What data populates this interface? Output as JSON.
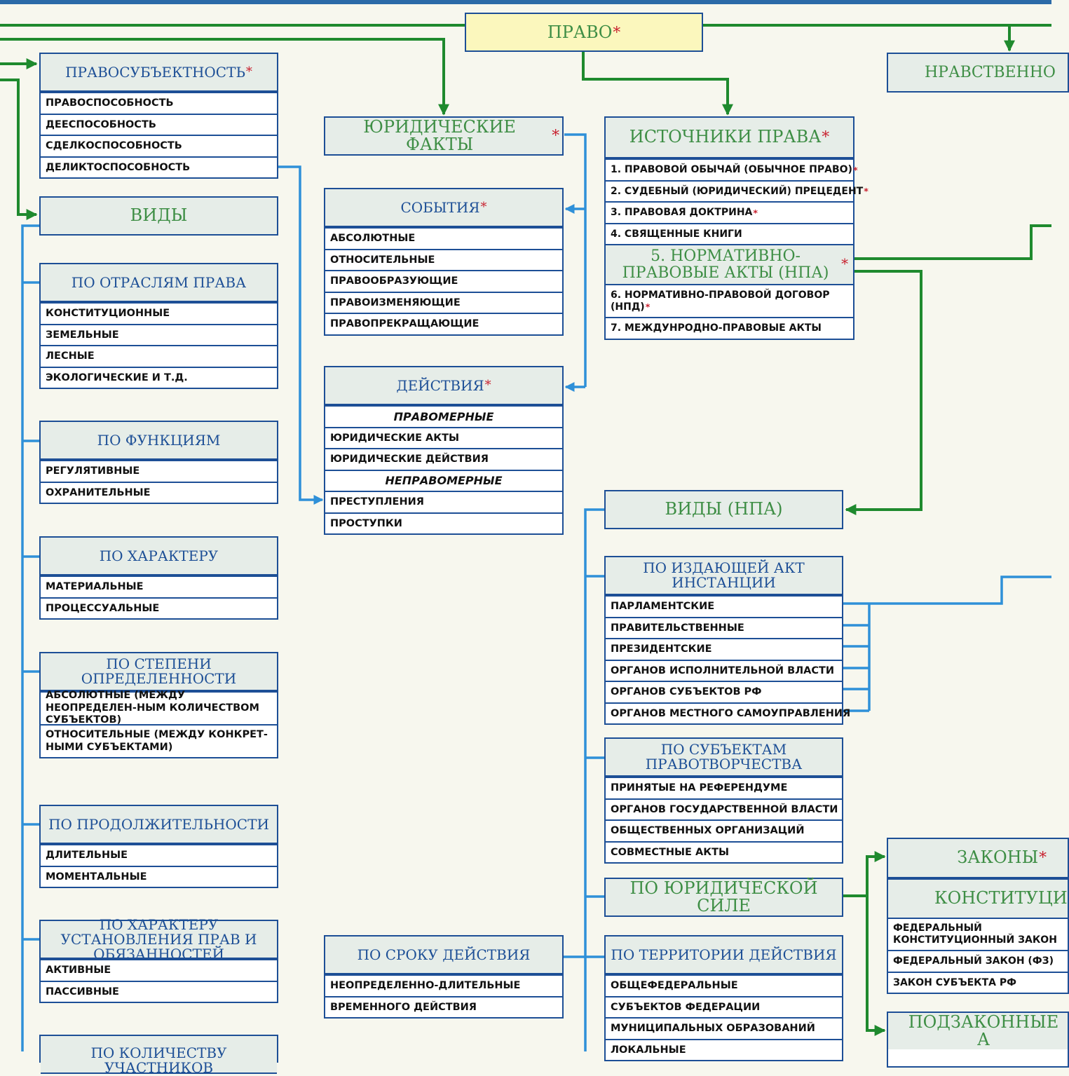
{
  "root": {
    "title": "ПРАВО",
    "mark": "*"
  },
  "pravosub": {
    "title": "ПРАВОСУБЪЕКТНОСТЬ",
    "mark": "*",
    "items": [
      "ПРАВОСПОСОБНОСТЬ",
      "ДЕЕСПОСОБНОСТЬ",
      "СДЕЛКОСПОСОБНОСТЬ",
      "ДЕЛИКТОСПОСОБНОСТЬ"
    ]
  },
  "vidy": {
    "title": "ВИДЫ"
  },
  "otrasl": {
    "title": "ПО ОТРАСЛЯМ ПРАВА",
    "items": [
      "КОНСТИТУЦИОННЫЕ",
      "ЗЕМЕЛЬНЫЕ",
      "ЛЕСНЫЕ",
      "ЭКОЛОГИЧЕСКИЕ И Т.Д."
    ]
  },
  "funk": {
    "title": "ПО ФУНКЦИЯМ",
    "items": [
      "РЕГУЛЯТИВНЫЕ",
      "ОХРАНИТЕЛЬНЫЕ"
    ]
  },
  "harakter": {
    "title": "ПО ХАРАКТЕРУ",
    "items": [
      "МАТЕРИАЛЬНЫЕ",
      "ПРОЦЕССУАЛЬНЫЕ"
    ]
  },
  "stepen": {
    "title": "ПО СТЕПЕНИ ОПРЕДЕЛЕННОСТИ",
    "items": [
      "АБСОЛЮТНЫЕ (МЕЖДУ НЕОПРЕДЕЛЕН-НЫМ КОЛИЧЕСТВОМ СУБЪЕКТОВ)",
      "ОТНОСИТЕЛЬНЫЕ (МЕЖДУ КОНКРЕТ-НЫМИ СУБЪЕКТАМИ)"
    ]
  },
  "prodolzh": {
    "title": "ПО ПРОДОЛЖИТЕЛЬНОСТИ",
    "items": [
      "ДЛИТЕЛЬНЫЕ",
      "МОМЕНТАЛЬНЫЕ"
    ]
  },
  "ustanov": {
    "title": "ПО ХАРАКТЕРУ УСТАНОВЛЕНИЯ ПРАВ И ОБЯЗАННОСТЕЙ",
    "items": [
      "АКТИВНЫЕ",
      "ПАССИВНЫЕ"
    ]
  },
  "kolvo": {
    "title": "ПО КОЛИЧЕСТВУ УЧАСТНИКОВ"
  },
  "yurfakty": {
    "title": "ЮРИДИЧЕСКИЕ ФАКТЫ",
    "mark": "*"
  },
  "sobytiya": {
    "title": "СОБЫТИЯ",
    "mark": "*",
    "items": [
      "АБСОЛЮТНЫЕ",
      "ОТНОСИТЕЛЬНЫЕ",
      "ПРАВООБРАЗУЮЩИЕ",
      "ПРАВОИЗМЕНЯЮЩИЕ",
      "ПРАВОПРЕКРАЩАЮЩИЕ"
    ]
  },
  "deistviya": {
    "title": "ДЕЙСТВИЯ",
    "mark": "*",
    "lawful": "ПРАВОМЕРНЫЕ",
    "lawful_items": [
      "ЮРИДИЧЕСКИЕ АКТЫ",
      "ЮРИДИЧЕСКИЕ ДЕЙСТВИЯ"
    ],
    "unlawful": "НЕПРАВОМЕРНЫЕ",
    "unlawful_items": [
      "ПРЕСТУПЛЕНИЯ",
      "ПРОСТУПКИ"
    ]
  },
  "srok": {
    "title": "ПО СРОКУ ДЕЙСТВИЯ",
    "items": [
      "НЕОПРЕДЕЛЕННО-ДЛИТЕЛЬНЫЕ",
      "ВРЕМЕННОГО ДЕЙСТВИЯ"
    ]
  },
  "istochniki": {
    "title": "ИСТОЧНИКИ ПРАВА",
    "mark": "*",
    "items": [
      "1. ПРАВОВОЙ ОБЫЧАЙ (ОБЫЧНОЕ ПРАВО)",
      "2. СУДЕБНЫЙ (ЮРИДИЧЕСКИЙ) ПРЕЦЕДЕНТ",
      "3. ПРАВОВАЯ ДОКТРИНА",
      "4. СВЯЩЕННЫЕ КНИГИ"
    ],
    "item_marks": [
      "*",
      "*",
      "*",
      ""
    ],
    "npa": "5. НОРМАТИВНО-ПРАВОВЫЕ АКТЫ (НПА)",
    "npa_mark": "*",
    "item6": "6. НОРМАТИВНО-ПРАВОВОЙ ДОГОВОР (НПД)",
    "item6_mark": "*",
    "item7": "7. МЕЖДУНРОДНО-ПРАВОВЫЕ АКТЫ"
  },
  "nravstv": {
    "title": "НРАВСТВЕННО"
  },
  "vidynpa": {
    "title": "ВИДЫ (НПА)"
  },
  "izdayush": {
    "title": "ПО ИЗДАЮЩЕЙ АКТ ИНСТАНЦИИ",
    "items": [
      "ПАРЛАМЕНТСКИЕ",
      "ПРАВИТЕЛЬСТВЕННЫЕ",
      "ПРЕЗИДЕНТСКИЕ",
      "ОРГАНОВ ИСПОЛНИТЕЛЬНОЙ ВЛАСТИ",
      "ОРГАНОВ СУБЪЕКТОВ РФ",
      "ОРГАНОВ МЕСТНОГО САМОУПРАВЛЕНИЯ"
    ]
  },
  "subekt": {
    "title": "ПО СУБЪЕКТАМ ПРАВОТВОРЧЕСТВА",
    "items": [
      "ПРИНЯТЫЕ НА РЕФЕРЕНДУМЕ",
      "ОРГАНОВ ГОСУДАРСТВЕННОЙ ВЛАСТИ",
      "ОБЩЕСТВЕННЫХ ОРГАНИЗАЦИЙ",
      "СОВМЕСТНЫЕ АКТЫ"
    ]
  },
  "yursila": {
    "title": "ПО ЮРИДИЧЕСКОЙ СИЛЕ"
  },
  "territ": {
    "title": "ПО ТЕРРИТОРИИ ДЕЙСТВИЯ",
    "items": [
      "ОБЩЕФЕДЕРАЛЬНЫЕ",
      "СУБЪЕКТОВ ФЕДЕРАЦИИ",
      "МУНИЦИПАЛЬНЫХ ОБРАЗОВАНИЙ",
      "ЛОКАЛЬНЫЕ"
    ]
  },
  "zakony": {
    "title": "ЗАКОНЫ",
    "mark": "*",
    "sub": "КОНСТИТУЦИ",
    "items": [
      "ФЕДЕРАЛЬНЫЙ КОНСТИТУЦИОННЫЙ ЗАКОН",
      "ФЕДЕРАЛЬНЫЙ ЗАКОН (ФЗ)",
      "ЗАКОН СУБЪЕКТА РФ"
    ]
  },
  "podzak": {
    "title": "ПОДЗАКОННЫЕ А"
  },
  "colors": {
    "green_line": "#1f8a2e",
    "blue_line": "#2f90d8",
    "box_border": "#1d4f96",
    "title_bg": "#fbf7bd"
  }
}
